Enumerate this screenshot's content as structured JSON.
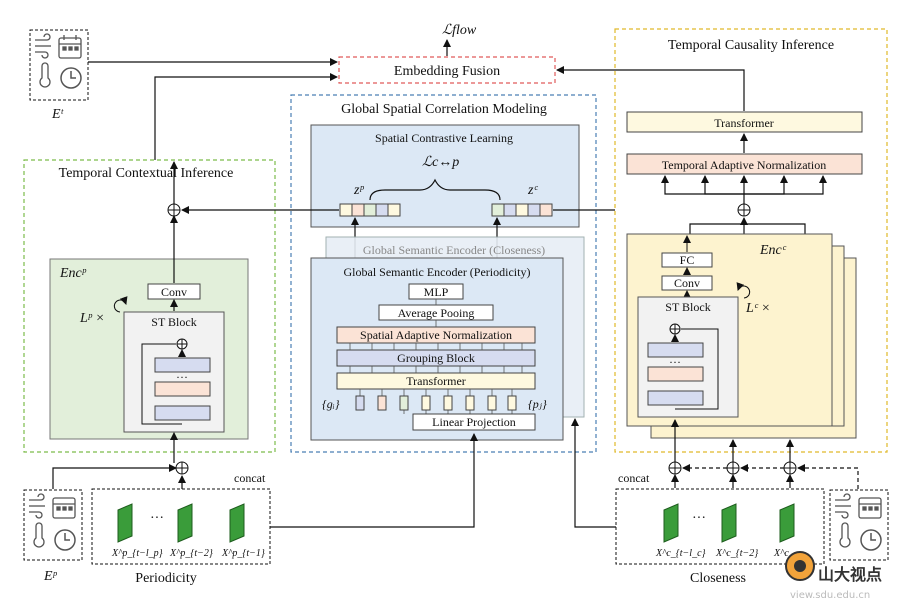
{
  "loss_flow": "ℒflow",
  "embedding_fusion": "Embedding Fusion",
  "temporal_context": {
    "title": "Temporal Contextual Inference",
    "encoder": "Encᵖ",
    "conv": "Conv",
    "st_block": "ST Block",
    "repeat": "Lᵖ ×",
    "dots": "···"
  },
  "global_spatial": {
    "title": "Global Spatial Correlation Modeling",
    "contrastive": "Spatial Contrastive Learning",
    "loss": "ℒc↔p",
    "zp": "zᵖ",
    "zc": "zᶜ",
    "encoder_closeness": "Global Semantic Encoder (Closeness)",
    "encoder_periodicity": "Global Semantic Encoder (Periodicity)",
    "mlp": "MLP",
    "avg_pool": "Average Pooing",
    "san": "Spatial Adaptive Normalization",
    "grouping": "Grouping Block",
    "transformer": "Transformer",
    "gi": "{gᵢ}",
    "pj": "{pⱼ}",
    "linear_proj": "Linear Projection"
  },
  "temporal_causality": {
    "title": "Temporal Causality Inference",
    "transformer": "Transformer",
    "tan": "Temporal Adaptive Normalization",
    "encoder": "Encᶜ",
    "fc": "FC",
    "conv": "Conv",
    "st_block": "ST Block",
    "repeat": "Lᶜ ×",
    "dots": "···"
  },
  "inputs": {
    "et": "Eᵗ",
    "ep": "Eᵖ",
    "concat_left": "concat",
    "concat_right": "concat",
    "periodicity": "Periodicity",
    "closeness": "Closeness",
    "xp": [
      "X^p_{t−l_p}",
      "X^p_{t−2}",
      "X^p_{t−1}"
    ],
    "xc": [
      "X^c_{t−l_c}",
      "X^c_{t−2}",
      "X^c"
    ],
    "dots": "···"
  },
  "watermark": {
    "text": "山大视点",
    "url": "view.sdu.edu.cn"
  },
  "colors": {
    "green_bg": "#e2efda",
    "blue_bg": "#dce8f5",
    "yellow_bg": "#fdf3cf",
    "salmon": "#fbe3d6",
    "light_yellow": "#fef9e0",
    "periwinkle": "#d6dcf0"
  }
}
